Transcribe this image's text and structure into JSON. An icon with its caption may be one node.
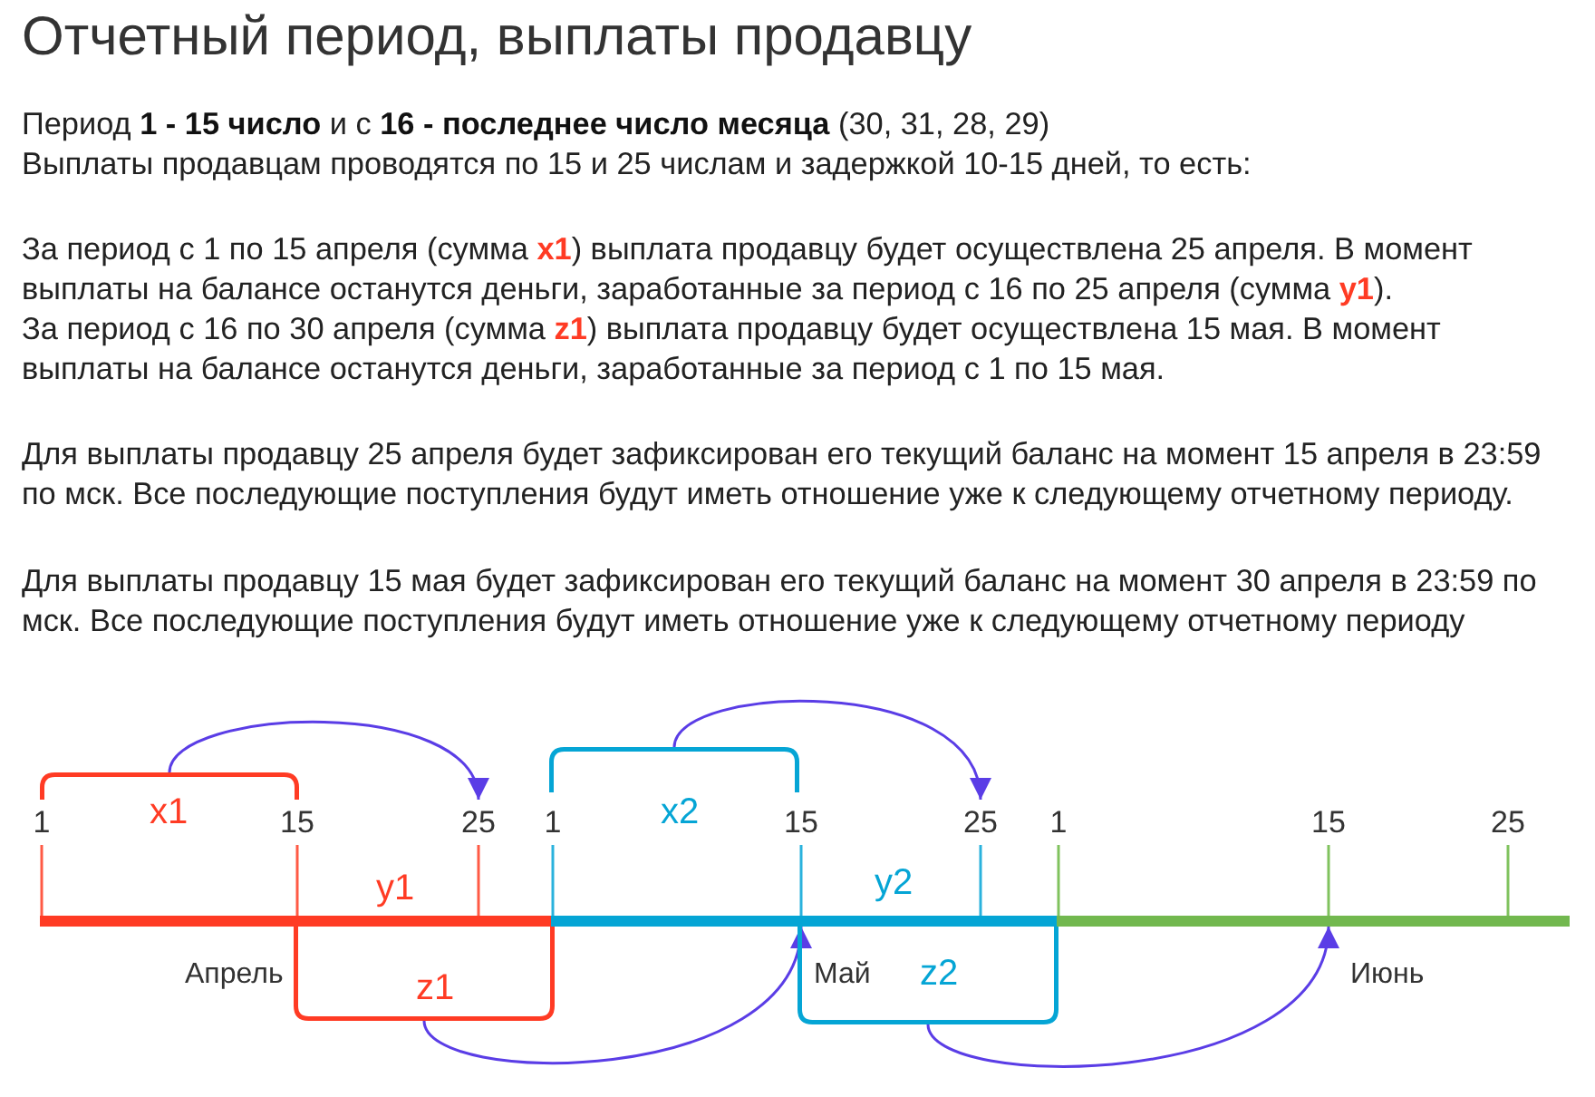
{
  "diagram": {
    "title": "Отчетный период, выплаты продавцу",
    "nodes": [
      {
        "text": [
          "x1"
        ]
      },
      {
        "text": [
          "x2"
        ]
      },
      {
        "text": [
          "1"
        ]
      },
      {
        "text": [
          "15"
        ]
      },
      {
        "text": [
          "25"
        ]
      },
      {
        "text": [
          "1"
        ]
      },
      {
        "text": [
          "15"
        ]
      },
      {
        "text": [
          "25"
        ]
      },
      {
        "text": [
          "1"
        ]
      },
      {
        "text": [
          "15"
        ]
      },
      {
        "text": [
          "25"
        ]
      },
      {
        "text": [],
        "shape": "bar"
      },
      {
        "text": [],
        "shape": "bar"
      },
      {
        "text": [],
        "shape": "bar"
      },
      {
        "text": [
          "z1"
        ]
      },
      {
        "text": [
          "z2"
        ]
      }
    ],
    "edges": [
      {
        "from": 0,
        "to": 4,
        "arrow": "to",
        "color": "#5a3de6"
      },
      {
        "from": 1,
        "to": 7,
        "arrow": "to",
        "color": "#5a3de6"
      },
      {
        "from": 14,
        "to": 12,
        "arrow": "to",
        "color": "#5a3de6"
      },
      {
        "from": 15,
        "to": 13,
        "arrow": "to",
        "color": "#5a3de6"
      },
      {
        "from": 2,
        "to": 11,
        "arrow": "none",
        "color": "#ff5a45"
      },
      {
        "from": 3,
        "to": 11,
        "arrow": "none",
        "color": "#ff5a45"
      },
      {
        "from": 4,
        "to": 11,
        "arrow": "none",
        "color": "#ff5a45"
      },
      {
        "from": 5,
        "to": 12,
        "arrow": "none",
        "color": "#2ab2dd"
      },
      {
        "from": 6,
        "to": 12,
        "arrow": "none",
        "color": "#2ab2dd"
      },
      {
        "from": 7,
        "to": 12,
        "arrow": "none",
        "color": "#2ab2dd"
      },
      {
        "from": 8,
        "to": 13,
        "arrow": "none",
        "color": "#80c25e"
      },
      {
        "from": 9,
        "to": 13,
        "arrow": "none",
        "color": "#80c25e"
      },
      {
        "from": 10,
        "to": 13,
        "arrow": "none",
        "color": "#80c25e"
      }
    ],
    "labels": [
      "Период **1 - 15 число** и с **16 - последнее число месяца** (30, 31, 28, 29)",
      "Выплаты продавцам проводятся по 15 и 25 числам и задержкой 10-15 дней, то есть:",
      "За период с 1 по 15 апреля (сумма **x1**) выплата продавцу будет осуществлена 25 апреля. В момент выплаты на балансе останутся деньги, заработанные за период с 16 по 25 апреля (сумма **y1**).",
      "За период с 16 по 30 апреля (сумма **z1**) выплата продавцу будет осуществлена 15 мая. В момент выплаты на балансе останутся деньги, заработанные за период с 1 по 15 мая.",
      "Для выплаты продавцу 25 апреля будет зафиксирован его текущий баланс на момент 15 апреля в 23:59 по мск. Все последующие поступления будут иметь отношение уже к следующему отчетному периоду.",
      "Для выплаты продавцу 15 мая будет зафиксирован его текущий баланс на момент 30 апреля в 23:59 по мск. Все последующие поступления будут иметь отношение уже к следующему отчетному периоду",
      "y1",
      "y2",
      "Апрель",
      "Май",
      "Июнь"
    ]
  }
}
